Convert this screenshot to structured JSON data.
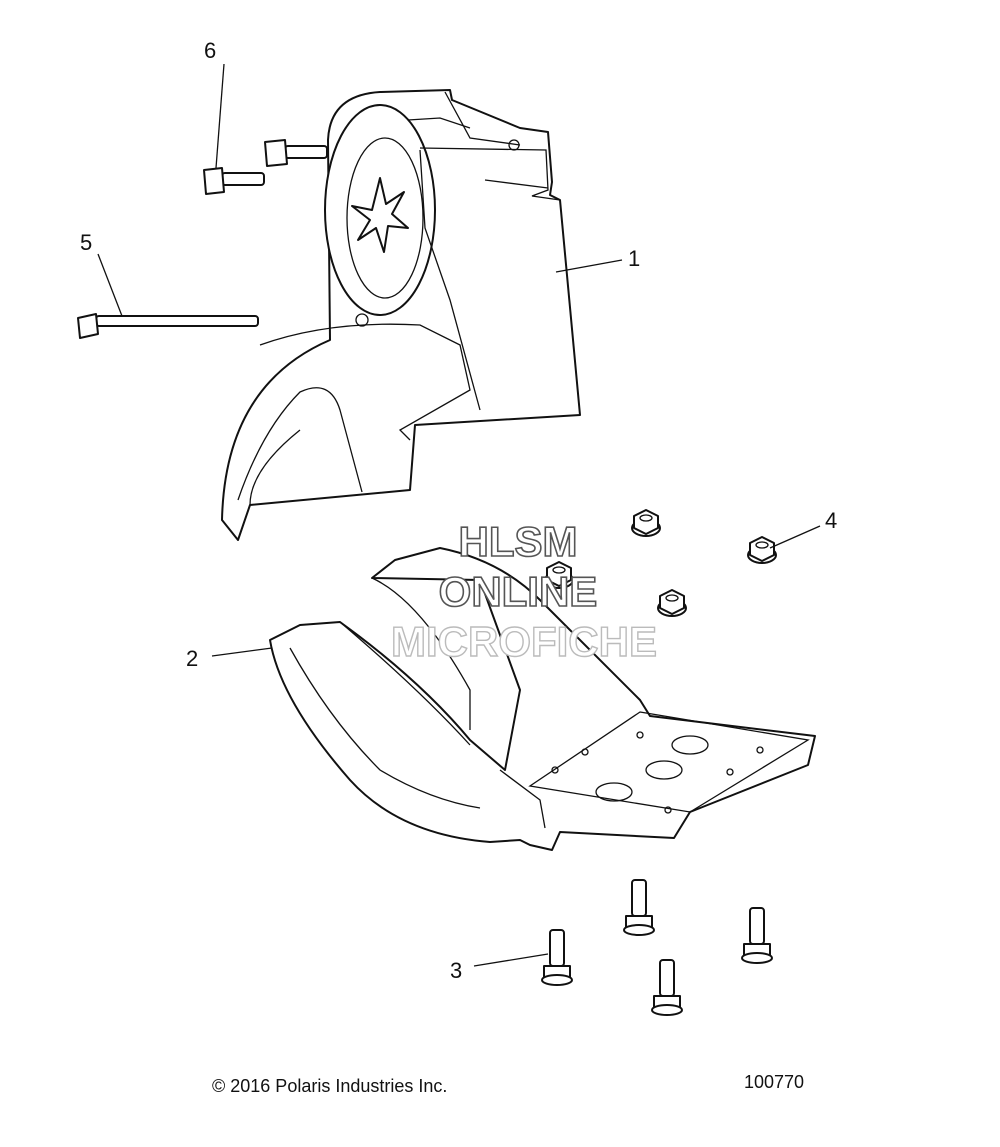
{
  "callouts": [
    {
      "id": "1",
      "part": "upper-guard"
    },
    {
      "id": "2",
      "part": "skid-plate"
    },
    {
      "id": "3",
      "part": "skid-plate-bolt"
    },
    {
      "id": "4",
      "part": "flange-nut"
    },
    {
      "id": "5",
      "part": "long-bolt"
    },
    {
      "id": "6",
      "part": "short-bolt"
    }
  ],
  "watermark": {
    "line1": "HLSM",
    "line2": "ONLINE",
    "line3": "MICROFICHE"
  },
  "footer": {
    "copyright": "© 2016 Polaris Industries Inc.",
    "figure_number": "100770"
  }
}
